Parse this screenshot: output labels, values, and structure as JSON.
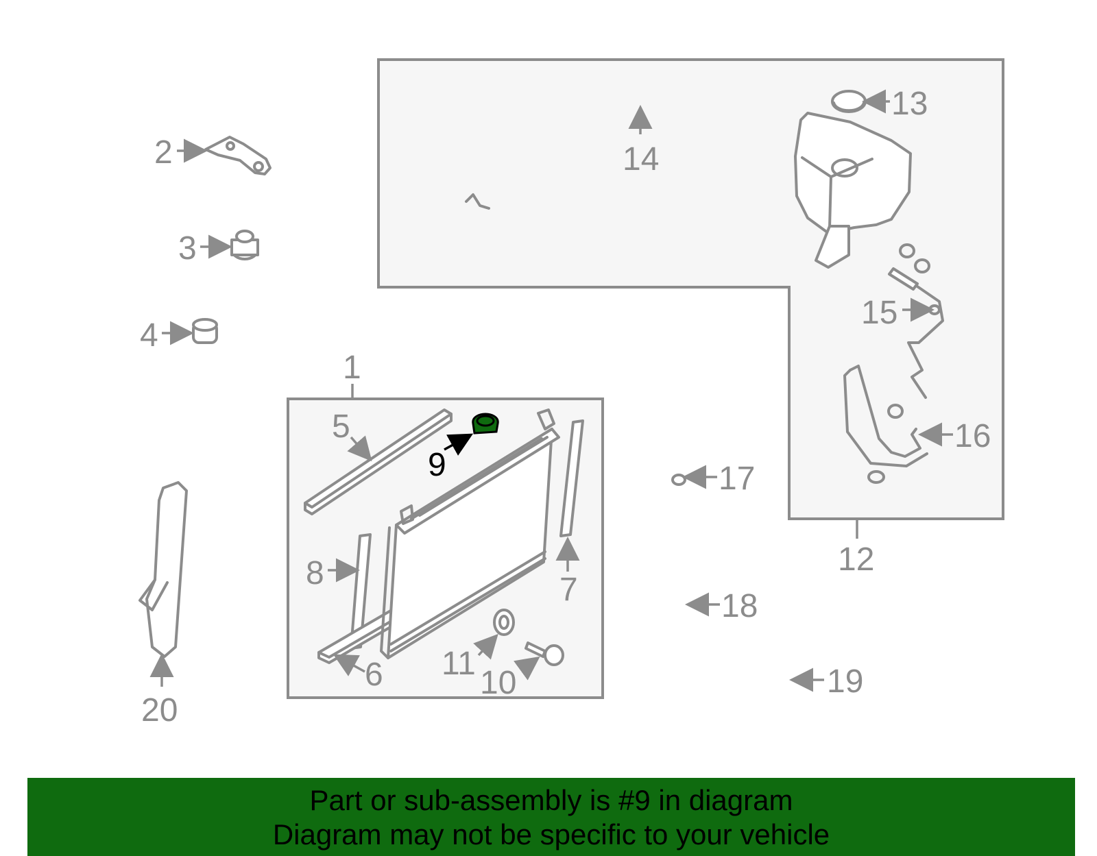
{
  "diagram": {
    "highlighted_part": "9",
    "highlight_color": "#0f6b0f",
    "callouts": [
      "1",
      "2",
      "3",
      "4",
      "5",
      "6",
      "7",
      "8",
      "9",
      "10",
      "11",
      "12",
      "13",
      "14",
      "15",
      "16",
      "17",
      "18",
      "19",
      "20"
    ]
  },
  "banner": {
    "line1": "Part or sub-assembly is #9 in diagram",
    "line2": "Diagram may not be specific to your vehicle",
    "background": "#0f6b0f"
  }
}
